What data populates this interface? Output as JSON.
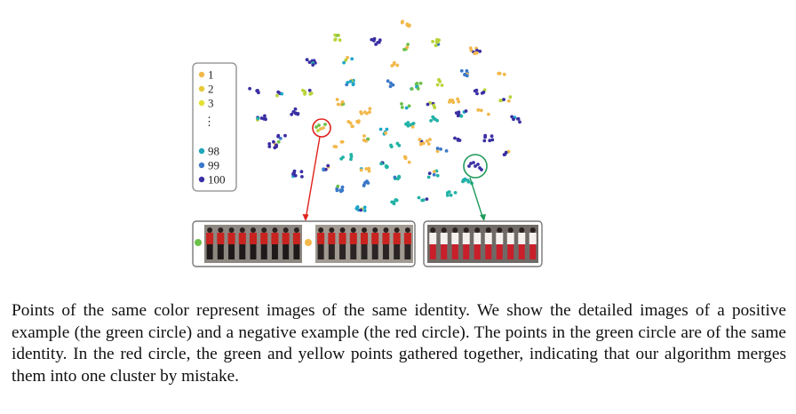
{
  "legend": {
    "items": [
      {
        "label": "1",
        "color": "#f2b84b"
      },
      {
        "label": "2",
        "color": "#e8c93a"
      },
      {
        "label": "3",
        "color": "#e3e033"
      },
      {
        "label": "98",
        "color": "#1fa6b8"
      },
      {
        "label": "99",
        "color": "#3a78c9"
      },
      {
        "label": "100",
        "color": "#3a2fa3"
      }
    ],
    "ellipsis": "⋮"
  },
  "highlights": {
    "negative": {
      "name": "red circle",
      "color": "#e0211c"
    },
    "positive": {
      "name": "green circle",
      "color": "#1f9a5a"
    }
  },
  "caption": "Points of the same color represent images of the same identity. We show the detailed images of a positive example (the green circle) and a negative example (the red circle). The points in the green circle are of the same identity. In the red circle, the green and yellow points gathered together, indicating that our algorithm merges them into one cluster by mistake.",
  "palette": {
    "yellow": "#f2b84b",
    "lime": "#b8d43a",
    "green": "#6cc04a",
    "teal": "#22b2a6",
    "cyan": "#1fa6c8",
    "blue": "#3a78c9",
    "indigo": "#3a2fa3",
    "box_border": "#777777"
  }
}
